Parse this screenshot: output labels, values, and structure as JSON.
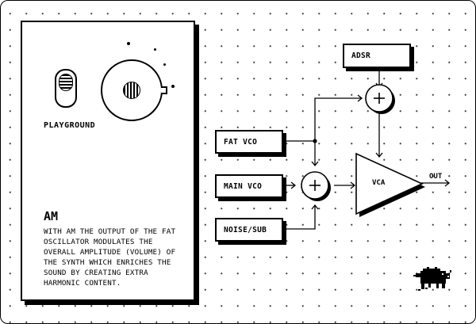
{
  "panel": {
    "playground_label": "PLAYGROUND",
    "title": "AM",
    "description": "WITH AM THE OUTPUT OF THE FAT OSCILLATOR MODULATES THE OVERALL AMPLITUDE (VOLUME) OF THE SYNTH WHICH ENRICHES THE SOUND BY CREATING EXTRA HARMONIC CONTENT."
  },
  "diagram": {
    "adsr": "ADSR",
    "fat_vco": "FAT VCO",
    "main_vco": "MAIN VCO",
    "noise_sub": "NOISE/SUB",
    "vca": "VCA",
    "out": "OUT"
  },
  "colors": {
    "ink": "#000000",
    "paper": "#ffffff"
  }
}
